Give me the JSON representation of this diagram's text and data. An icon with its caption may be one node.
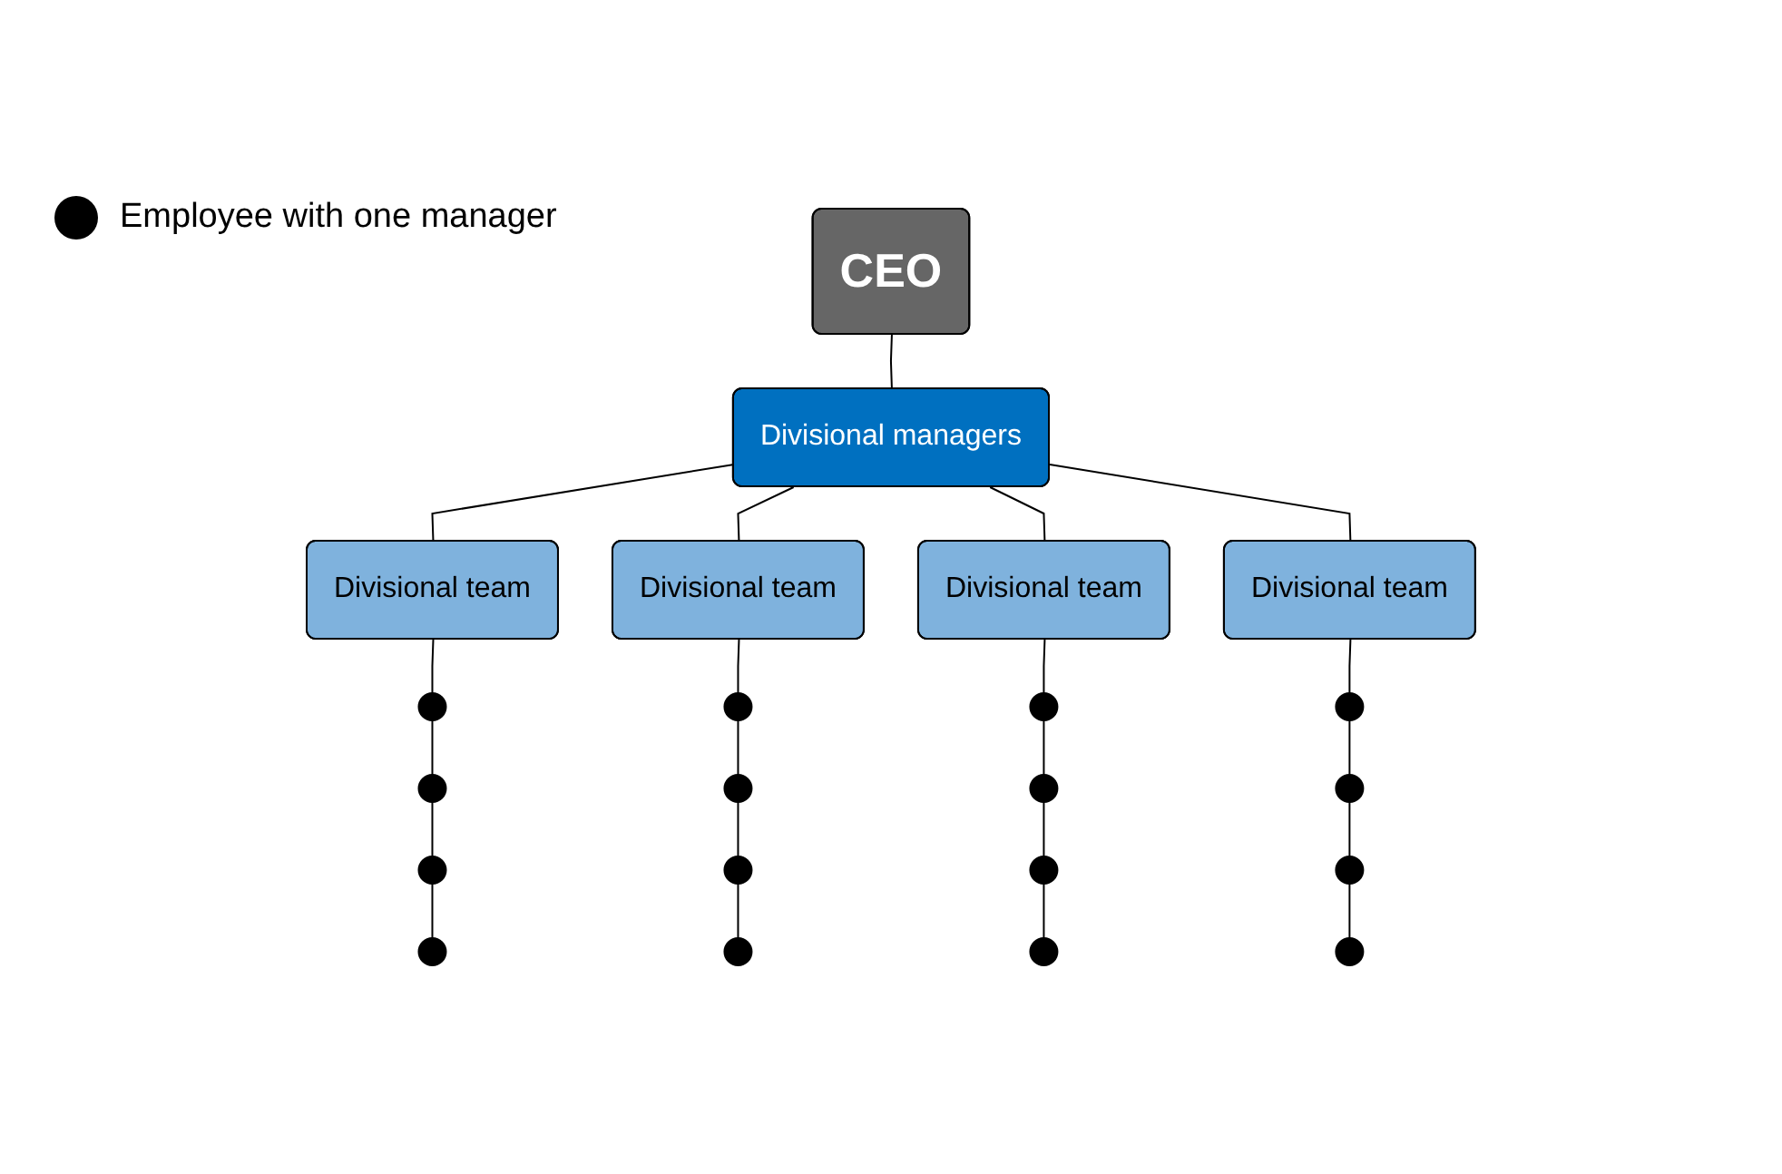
{
  "diagram": {
    "nodes": [
      {
        "text": [
          "CEO"
        ]
      },
      {
        "text": [
          "Divisional managers"
        ]
      },
      {
        "text": [
          "Divisional team"
        ]
      },
      {
        "text": [
          "Divisional team"
        ]
      },
      {
        "text": [
          "Divisional team"
        ]
      },
      {
        "text": [
          "Divisional team"
        ]
      },
      {
        "text": [],
        "shape": "circle"
      },
      {
        "text": [],
        "shape": "circle"
      },
      {
        "text": [],
        "shape": "circle"
      },
      {
        "text": [],
        "shape": "circle"
      },
      {
        "text": [],
        "shape": "circle"
      },
      {
        "text": [],
        "shape": "circle"
      },
      {
        "text": [],
        "shape": "circle"
      },
      {
        "text": [],
        "shape": "circle"
      },
      {
        "text": [],
        "shape": "circle"
      },
      {
        "text": [],
        "shape": "circle"
      },
      {
        "text": [],
        "shape": "circle"
      },
      {
        "text": [],
        "shape": "circle"
      },
      {
        "text": [],
        "shape": "circle"
      },
      {
        "text": [],
        "shape": "circle"
      },
      {
        "text": [],
        "shape": "circle"
      },
      {
        "text": [],
        "shape": "circle"
      }
    ],
    "edges": [
      {
        "from": 0,
        "to": 1,
        "arrow": "none"
      },
      {
        "from": 1,
        "to": 2,
        "arrow": "none"
      },
      {
        "from": 1,
        "to": 3,
        "arrow": "none"
      },
      {
        "from": 1,
        "to": 4,
        "arrow": "none"
      },
      {
        "from": 1,
        "to": 5,
        "arrow": "none"
      },
      {
        "from": 2,
        "to": 6,
        "arrow": "none"
      },
      {
        "from": 6,
        "to": 7,
        "arrow": "none"
      },
      {
        "from": 7,
        "to": 8,
        "arrow": "none"
      },
      {
        "from": 8,
        "to": 9,
        "arrow": "none"
      },
      {
        "from": 3,
        "to": 10,
        "arrow": "none"
      },
      {
        "from": 10,
        "to": 11,
        "arrow": "none"
      },
      {
        "from": 11,
        "to": 12,
        "arrow": "none"
      },
      {
        "from": 12,
        "to": 13,
        "arrow": "none"
      },
      {
        "from": 4,
        "to": 14,
        "arrow": "none"
      },
      {
        "from": 14,
        "to": 15,
        "arrow": "none"
      },
      {
        "from": 15,
        "to": 16,
        "arrow": "none"
      },
      {
        "from": 16,
        "to": 17,
        "arrow": "none"
      },
      {
        "from": 5,
        "to": 18,
        "arrow": "none"
      },
      {
        "from": 18,
        "to": 19,
        "arrow": "none"
      },
      {
        "from": 19,
        "to": 20,
        "arrow": "none"
      },
      {
        "from": 20,
        "to": 21,
        "arrow": "none"
      }
    ],
    "legend": [
      {
        "text": "Employee with one manager"
      }
    ]
  }
}
